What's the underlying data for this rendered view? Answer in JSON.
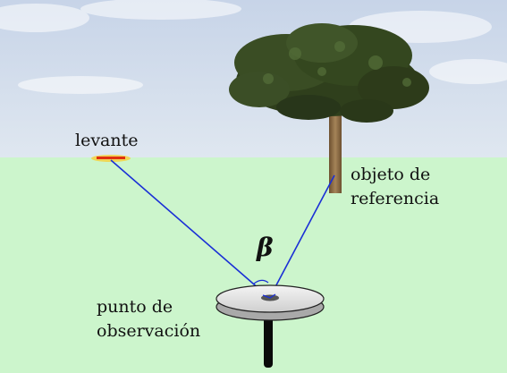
{
  "labels": {
    "sunrise": "levante",
    "reference_line1": "objeto de",
    "reference_line2": "referencia",
    "observation_line1": "punto de",
    "observation_line2": "observación",
    "angle": "β"
  },
  "colors": {
    "sky_top": "#c9d6e9",
    "sky_bottom": "#dde5ef",
    "ground": "#ccf5cc",
    "sight_line": "#1a2fd6",
    "sun_mark": "#e03010",
    "sun_glow": "#f4d040",
    "tree_trunk": "#8a6a44",
    "foliage": "#33461f"
  },
  "icons": {
    "sunrise_marker": "sun-on-horizon-icon",
    "tree": "tree-icon",
    "observation_disk": "disk-on-post-icon"
  }
}
